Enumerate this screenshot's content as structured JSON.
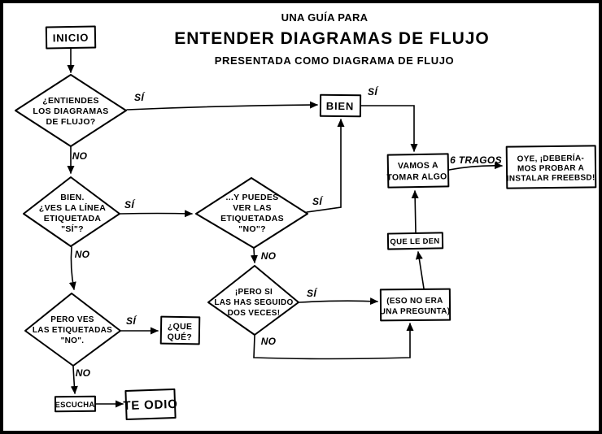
{
  "title": {
    "kicker": "UNA GUÍA PARA",
    "main": "ENTENDER DIAGRAMAS DE FLUJO",
    "sub": "PRESENTADA COMO DIAGRAMA DE FLUJO"
  },
  "edge_labels": {
    "si": "SÍ",
    "no": "NO",
    "drinks": "6 TRAGOS"
  },
  "nodes": {
    "inicio": {
      "label": "INICIO"
    },
    "entiendes": {
      "lines": [
        "¿ENTIENDES",
        "LOS DIAGRAMAS",
        "DE FLUJO?"
      ]
    },
    "bien": {
      "label": "BIEN"
    },
    "vamos": {
      "lines": [
        "VAMOS A",
        "TOMAR ALGO."
      ]
    },
    "freebsd": {
      "lines": [
        "OYE, ¡DEBERÍA-",
        "MOS PROBAR A",
        "INSTALAR FREEBSD!"
      ]
    },
    "que_le_den": {
      "label": "QUE LE DEN"
    },
    "ves_linea": {
      "lines": [
        "BIEN.",
        "¿VES LA LÍNEA",
        "ETIQUETADA",
        "\"SÍ\"?"
      ]
    },
    "ver_no": {
      "lines": [
        "...Y PUEDES",
        "VER LAS",
        "ETIQUETADAS",
        "\"NO\"?"
      ]
    },
    "seguido": {
      "lines": [
        "¡PERO SI",
        "LAS HAS SEGUIDO",
        "DOS VECES!"
      ]
    },
    "no_pregunta": {
      "lines": [
        "(ESO NO ERA",
        "UNA PREGUNTA)"
      ]
    },
    "pero_ves": {
      "lines": [
        "PERO VES",
        "LAS ETIQUETADAS",
        "\"NO\"."
      ]
    },
    "que_que": {
      "lines": [
        "¿QUE",
        "QUÉ?"
      ]
    },
    "escucha": {
      "label": "ESCUCHA"
    },
    "te_odio": {
      "label": "TE ODIO"
    }
  },
  "colors": {
    "ink": "#000000",
    "paper": "#ffffff"
  }
}
